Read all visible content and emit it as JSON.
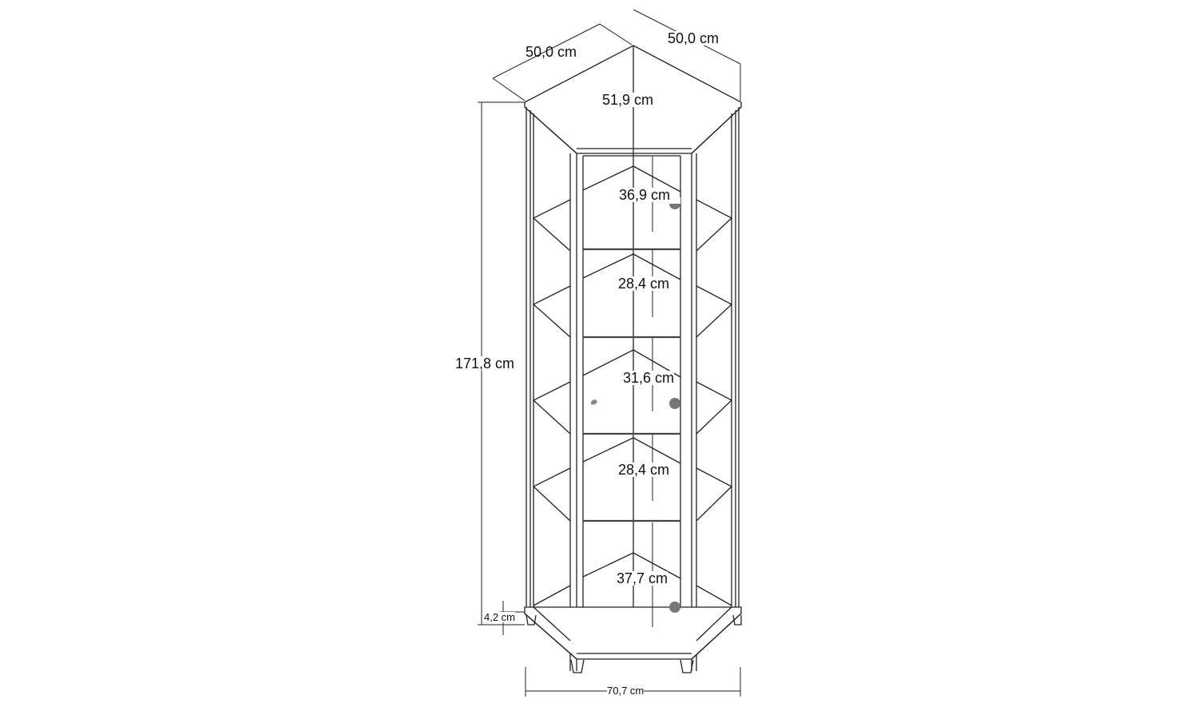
{
  "diagram": {
    "subject": "Corner display cabinet with glass door and shelves",
    "dimensions": {
      "top_left_depth": "50,0 cm",
      "top_right_depth": "50,0 cm",
      "top_diagonal_depth": "51,9 cm",
      "total_height": "171,8 cm",
      "plinth_height": "4,2 cm",
      "front_width": "70,7 cm",
      "compartments": [
        {
          "label": "36,9 cm"
        },
        {
          "label": "28,4 cm"
        },
        {
          "label": "31,6 cm"
        },
        {
          "label": "28,4 cm"
        },
        {
          "label": "37,7 cm"
        }
      ]
    },
    "colors": {
      "line": "#222222",
      "knob": "#777777",
      "background": "#ffffff"
    }
  }
}
